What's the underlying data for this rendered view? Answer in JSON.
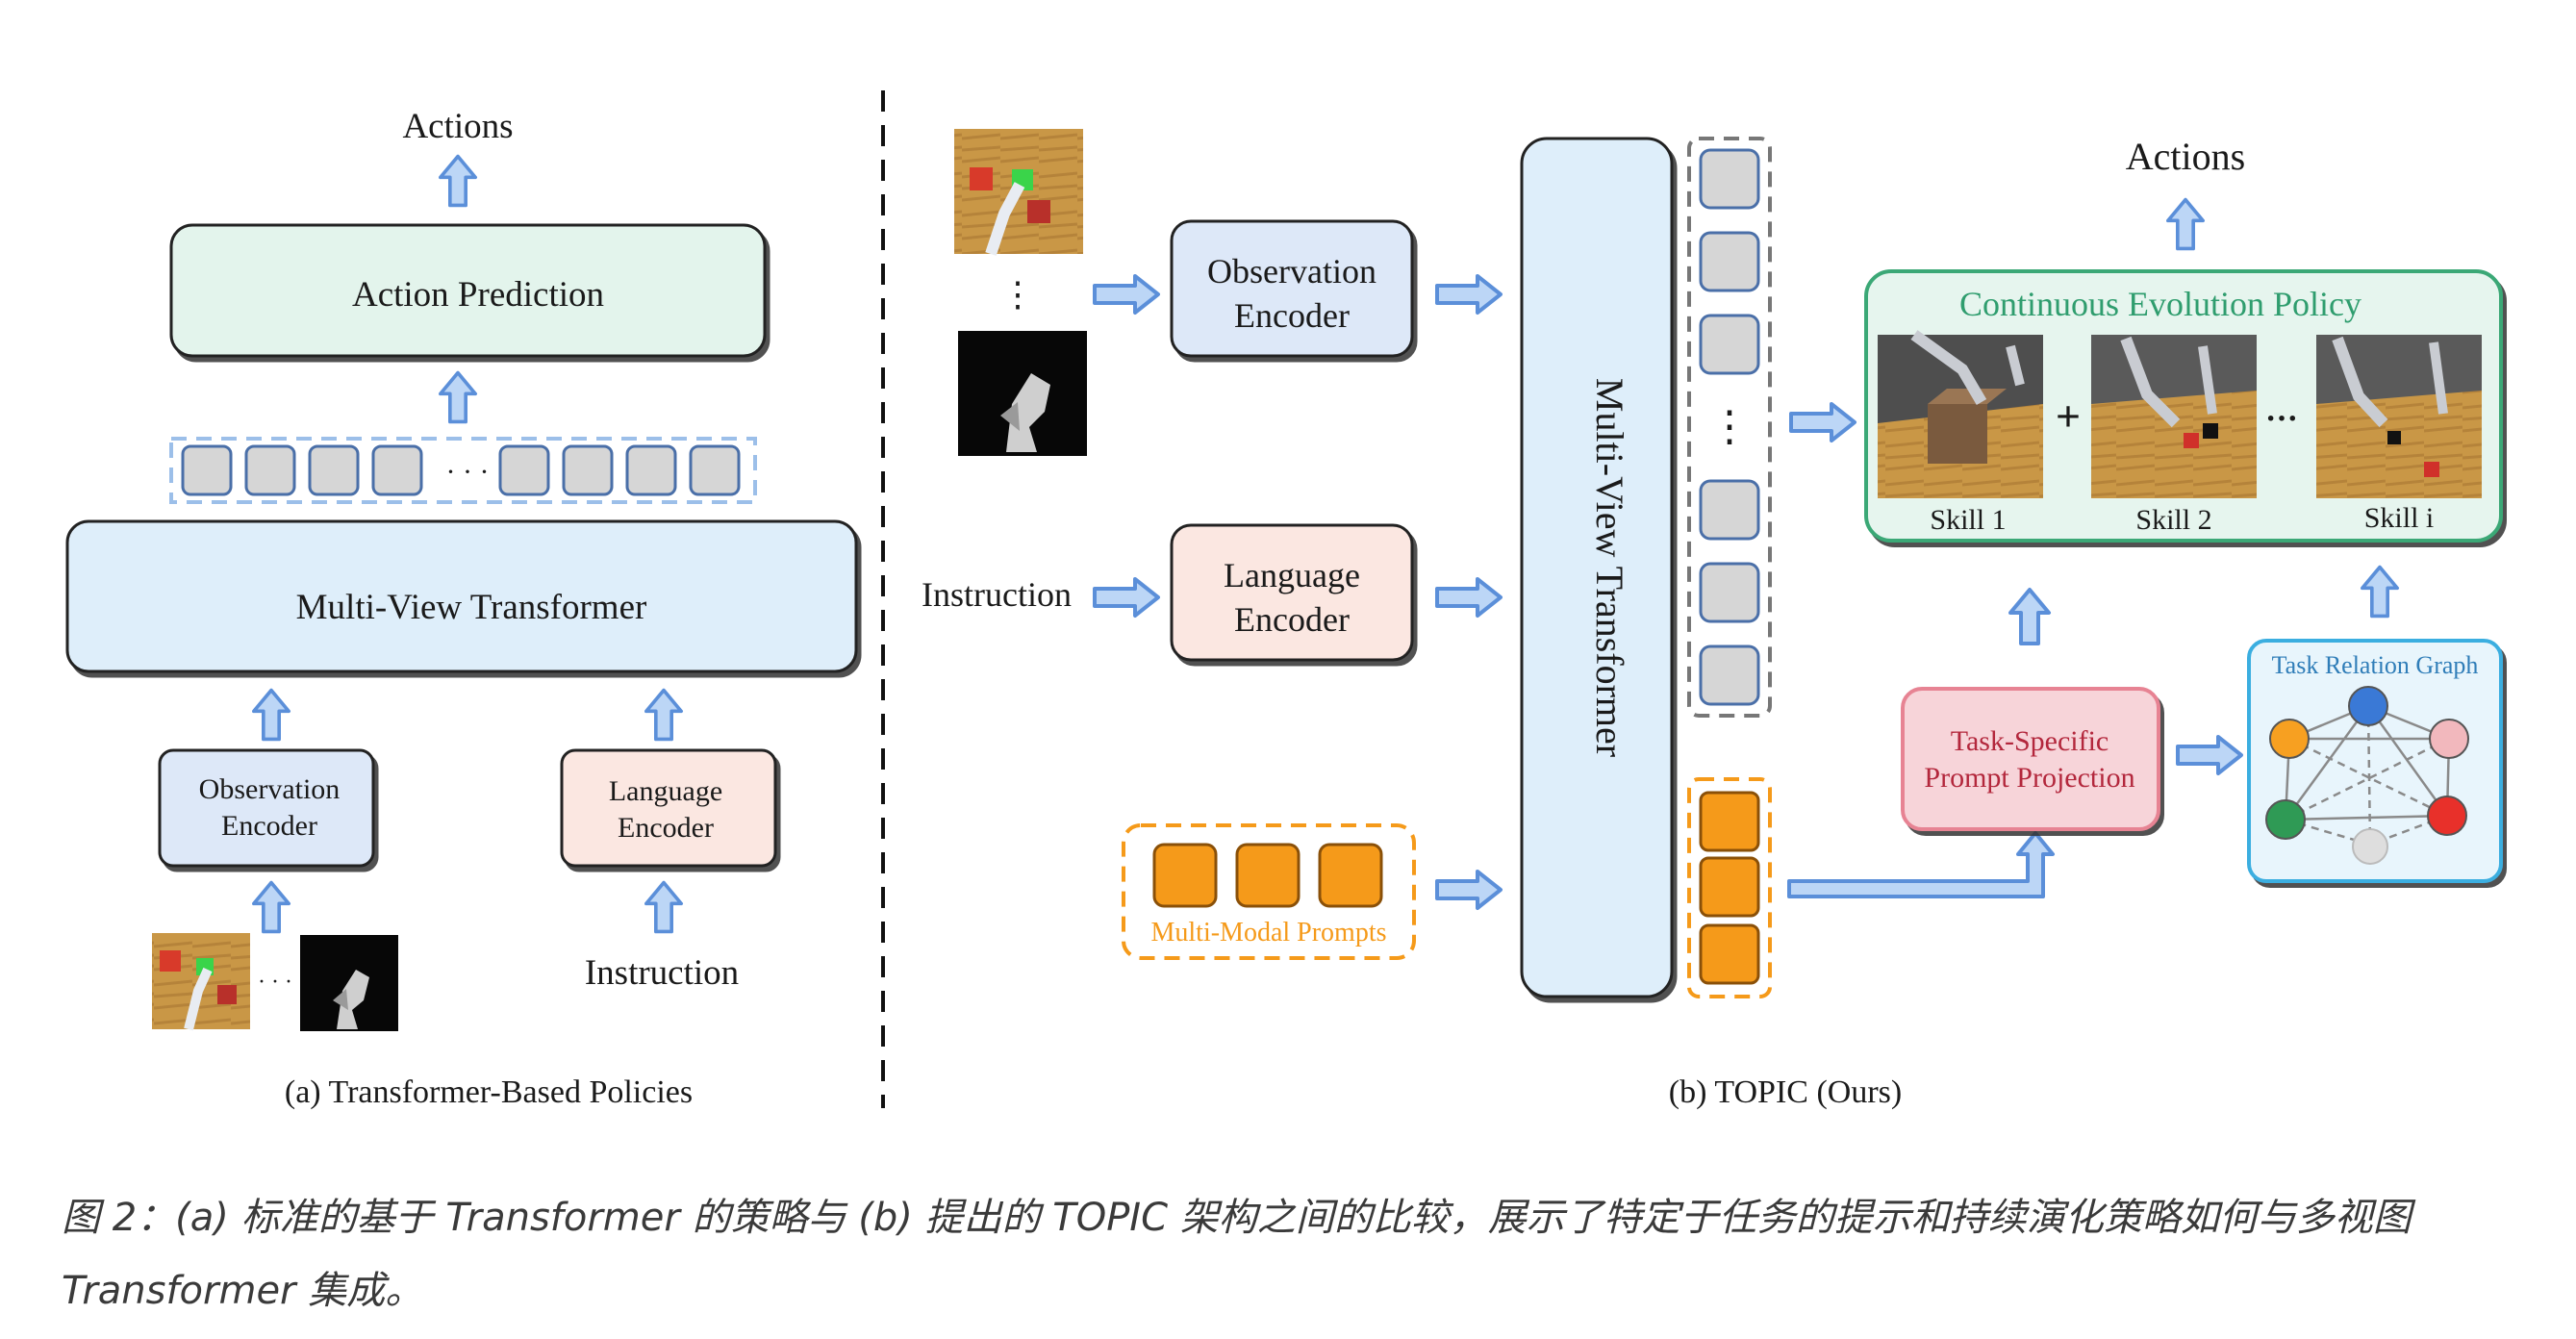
{
  "left_panel": {
    "actions_label": "Actions",
    "action_prediction": "Action Prediction",
    "token_ellipsis": "· · ·",
    "transformer": "Multi-View Transformer",
    "obs_encoder": [
      "Observation",
      "Encoder"
    ],
    "lang_encoder": [
      "Language",
      "Encoder"
    ],
    "image_ellipsis": "· · ·",
    "instruction": "Instruction",
    "caption": "(a) Transformer-Based Policies"
  },
  "right_panel": {
    "obs_encoder": [
      "Observation",
      "Encoder"
    ],
    "lang_encoder": [
      "Language",
      "Encoder"
    ],
    "instruction": "Instruction",
    "image_ellipsis": "⋮",
    "multimodal_prompts": "Multi-Modal Prompts",
    "transformer": "Multi-View Transformer",
    "token_ellipsis": "⋮",
    "policy_title": "Continuous Evolution Policy",
    "skills": [
      "Skill 1",
      "Skill 2",
      "Skill i"
    ],
    "plus_sign": "+",
    "skill_ellipsis": "···",
    "actions_label": "Actions",
    "projection": [
      "Task-Specific",
      "Prompt Projection"
    ],
    "graph_title": "Task Relation Graph",
    "caption": "(b)  TOPIC (Ours)"
  },
  "colors": {
    "arrow_fill": "#bcd6f6",
    "arrow_stroke": "#5b8fd9",
    "action_fill": "#e3f4ec",
    "transformer_fill": "#deeefa",
    "obs_fill": "#dde8f8",
    "lang_fill": "#fbe7e1",
    "token_fill": "#d6d6d6",
    "prompt_orange": "#f59a1a",
    "policy_green": "#3aa876",
    "policy_title": "#2f9d6e",
    "projection_fill": "#f7d4d9",
    "projection_stroke": "#e78393",
    "graph_blue": "#3aaee0",
    "graph_fill": "#e8f5fc",
    "node_colors": [
      "#3a79d6",
      "#f7a021",
      "#f2b8bd",
      "#2f9a55",
      "#e8302a",
      "#dedede"
    ]
  },
  "icons": [
    "arrow-up-icon",
    "arrow-right-icon",
    "token-icon",
    "prompt-token-icon",
    "graph-node-icon",
    "robot-scene-image"
  ],
  "caption": "图 2：(a) 标准的基于 Transformer 的策略与 (b) 提出的 TOPIC 架构之间的比较，展示了特定于任务的提示和持续演化策略如何与多视图 Transformer 集成。"
}
